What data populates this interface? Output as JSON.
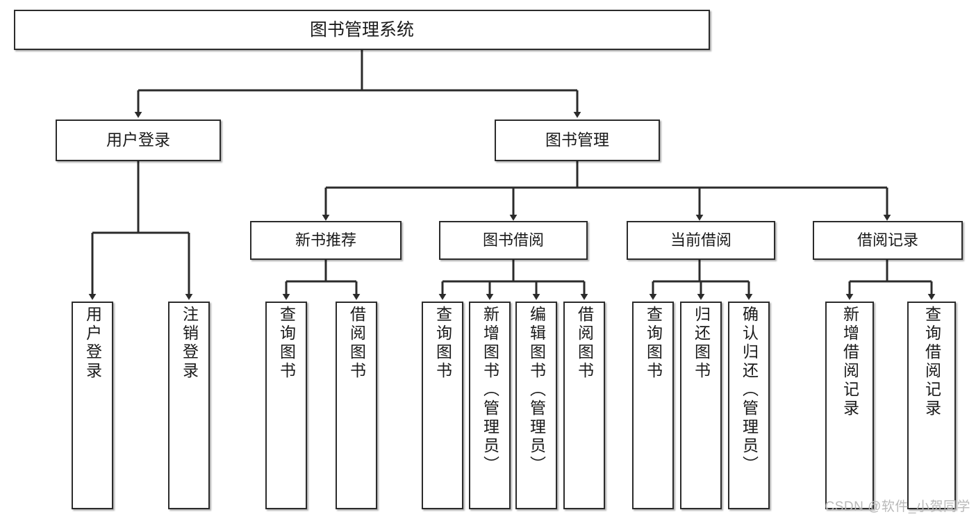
{
  "diagram": {
    "type": "tree",
    "title": "图书管理系统",
    "watermark": "CSDN @软件_小贺同学",
    "colors": {
      "box_border": "#2b2b2b",
      "box_fill": "#ffffff",
      "connector": "#2b2b2b",
      "text": "#1a1a1a",
      "watermark": "#b9b9b9",
      "background": "#ffffff"
    },
    "nodes": {
      "root": {
        "label": "图书管理系统"
      },
      "level1": [
        {
          "label": "用户登录"
        },
        {
          "label": "图书管理"
        }
      ],
      "level2": [
        {
          "label": "新书推荐"
        },
        {
          "label": "图书借阅"
        },
        {
          "label": "当前借阅"
        },
        {
          "label": "借阅记录"
        }
      ],
      "leaves": {
        "user_login": [
          {
            "label": "用户登录"
          },
          {
            "label": "注销登录"
          }
        ],
        "new_book_recommend": [
          {
            "label": "查询图书"
          },
          {
            "label": "借阅图书"
          }
        ],
        "book_borrow": [
          {
            "label": "查询图书"
          },
          {
            "label": "新增图书（管理员）"
          },
          {
            "label": "编辑图书（管理员）"
          },
          {
            "label": "借阅图书"
          }
        ],
        "current_borrow": [
          {
            "label": "查询图书"
          },
          {
            "label": "归还图书"
          },
          {
            "label": "确认归还（管理员）"
          }
        ],
        "borrow_record": [
          {
            "label": "新增借阅记录"
          },
          {
            "label": "查询借阅记录"
          }
        ]
      }
    },
    "edges": [
      {
        "from": "图书管理系统",
        "to": "用户登录"
      },
      {
        "from": "图书管理系统",
        "to": "图书管理"
      },
      {
        "from": "用户登录",
        "to": "用户登录"
      },
      {
        "from": "用户登录",
        "to": "注销登录"
      },
      {
        "from": "图书管理",
        "to": "新书推荐"
      },
      {
        "from": "图书管理",
        "to": "图书借阅"
      },
      {
        "from": "图书管理",
        "to": "当前借阅"
      },
      {
        "from": "图书管理",
        "to": "借阅记录"
      },
      {
        "from": "新书推荐",
        "to": "查询图书"
      },
      {
        "from": "新书推荐",
        "to": "借阅图书"
      },
      {
        "from": "图书借阅",
        "to": "查询图书"
      },
      {
        "from": "图书借阅",
        "to": "新增图书（管理员）"
      },
      {
        "from": "图书借阅",
        "to": "编辑图书（管理员）"
      },
      {
        "from": "图书借阅",
        "to": "借阅图书"
      },
      {
        "from": "当前借阅",
        "to": "查询图书"
      },
      {
        "from": "当前借阅",
        "to": "归还图书"
      },
      {
        "from": "当前借阅",
        "to": "确认归还（管理员）"
      },
      {
        "from": "借阅记录",
        "to": "新增借阅记录"
      },
      {
        "from": "借阅记录",
        "to": "查询借阅记录"
      }
    ]
  }
}
